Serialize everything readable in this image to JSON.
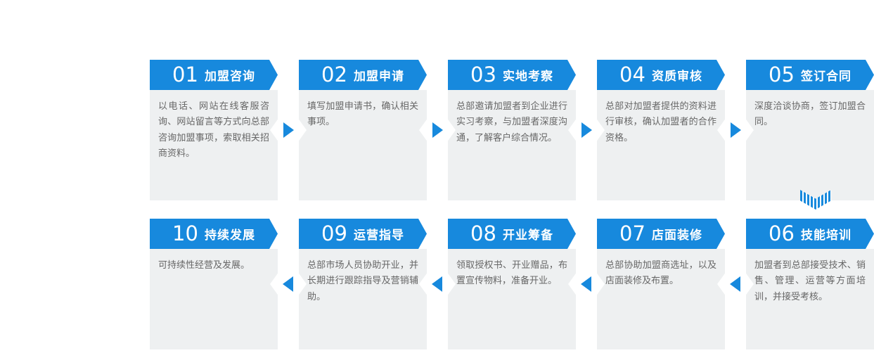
{
  "colors": {
    "header_blue": "#1789dd",
    "body_gray": "#eef0f1",
    "body_text": "#666666",
    "arrow_blue": "#1789dd",
    "background": "#ffffff"
  },
  "icons": {
    "row1_connector": "arrow-right",
    "row2_connector": "arrow-left",
    "row_transition": "striped-arrow-down"
  },
  "process": {
    "row1": {
      "steps": [
        {
          "number": "01",
          "title": "加盟咨询",
          "description": "以电话、网站在线客服咨询、网站留言等方式向总部咨询加盟事项，索取相关招商资料。"
        },
        {
          "number": "02",
          "title": "加盟申请",
          "description": "填写加盟申请书，确认相关事项。"
        },
        {
          "number": "03",
          "title": "实地考察",
          "description": "总部邀请加盟者到企业进行实习考察，与加盟者深度沟通，了解客户综合情况。"
        },
        {
          "number": "04",
          "title": "资质审核",
          "description": "总部对加盟者提供的资料进行审核，确认加盟者的合作资格。"
        },
        {
          "number": "05",
          "title": "签订合同",
          "description": "深度洽谈协商，签订加盟合同。"
        }
      ]
    },
    "row2": {
      "steps": [
        {
          "number": "10",
          "title": "持续发展",
          "description": "可持续性经营及发展。"
        },
        {
          "number": "09",
          "title": "运营指导",
          "description": "总部市场人员协助开业，并长期进行跟踪指导及营销辅助。"
        },
        {
          "number": "08",
          "title": "开业筹备",
          "description": "领取授权书、开业赠品，布置宣传物料，准备开业。"
        },
        {
          "number": "07",
          "title": "店面装修",
          "description": "总部协助加盟商选址，以及店面装修及布置。"
        },
        {
          "number": "06",
          "title": "技能培训",
          "description": "加盟者到总部接受技术、销售、管理、运营等方面培训，并接受考核。"
        }
      ]
    }
  }
}
